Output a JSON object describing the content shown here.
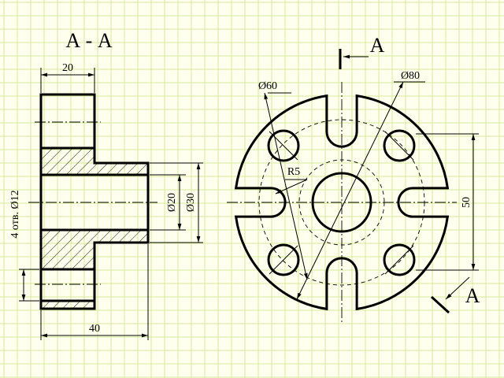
{
  "section_title": "А - А",
  "cut_label_top": "А",
  "cut_label_bottom": "А",
  "dimensions": {
    "width_top": "20",
    "width_bottom": "40",
    "inner_diameter": "Ø20",
    "outer_diameter": "Ø30",
    "holes": "4 отв. Ø12",
    "circle_60": "Ø60",
    "circle_80": "Ø80",
    "radius": "R5",
    "height": "50"
  },
  "colors": {
    "paper": "#ffffee",
    "grid": "#d6ea9c",
    "line": "#000000"
  }
}
